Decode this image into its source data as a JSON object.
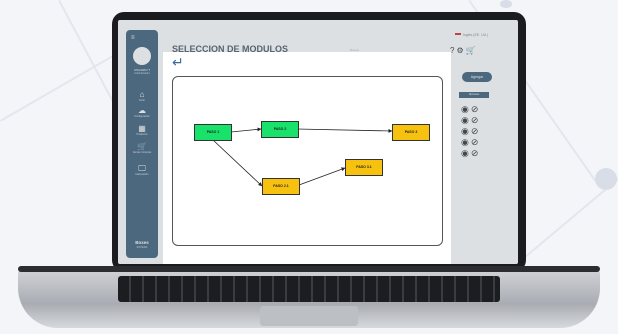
{
  "sidebar": {
    "user_name": "USUARIO T",
    "user_role": "Administrador",
    "items": [
      {
        "icon": "⌂",
        "label": "Inicio"
      },
      {
        "icon": "☁",
        "label": "Configuración"
      },
      {
        "icon": "▦",
        "label": "Productos"
      },
      {
        "icon": "🛒",
        "label": "Ventas Compras"
      },
      {
        "icon": "🖵",
        "label": "Facturación"
      }
    ],
    "brand": "Boxes",
    "brand_sub": "SISTEMA"
  },
  "header": {
    "title": "SELECCION DE MODULOS",
    "search_placeholder": "Buscar",
    "lang": "Inglés (EE. UU.)"
  },
  "toolbar": {
    "add_label": "Agregar"
  },
  "table": {
    "actions_header": "Opciones",
    "rows": 5
  },
  "diagram": {
    "nodes": [
      {
        "id": "p1",
        "label": "PASO 1",
        "color": "#19e26a"
      },
      {
        "id": "p2",
        "label": "PASO 2",
        "color": "#19e26a"
      },
      {
        "id": "p3",
        "label": "PASO 3",
        "color": "#f7c10f"
      },
      {
        "id": "p21",
        "label": "PASO 2.1",
        "color": "#f7c10f"
      },
      {
        "id": "p31",
        "label": "PASO 3.1",
        "color": "#f7c10f"
      }
    ]
  }
}
